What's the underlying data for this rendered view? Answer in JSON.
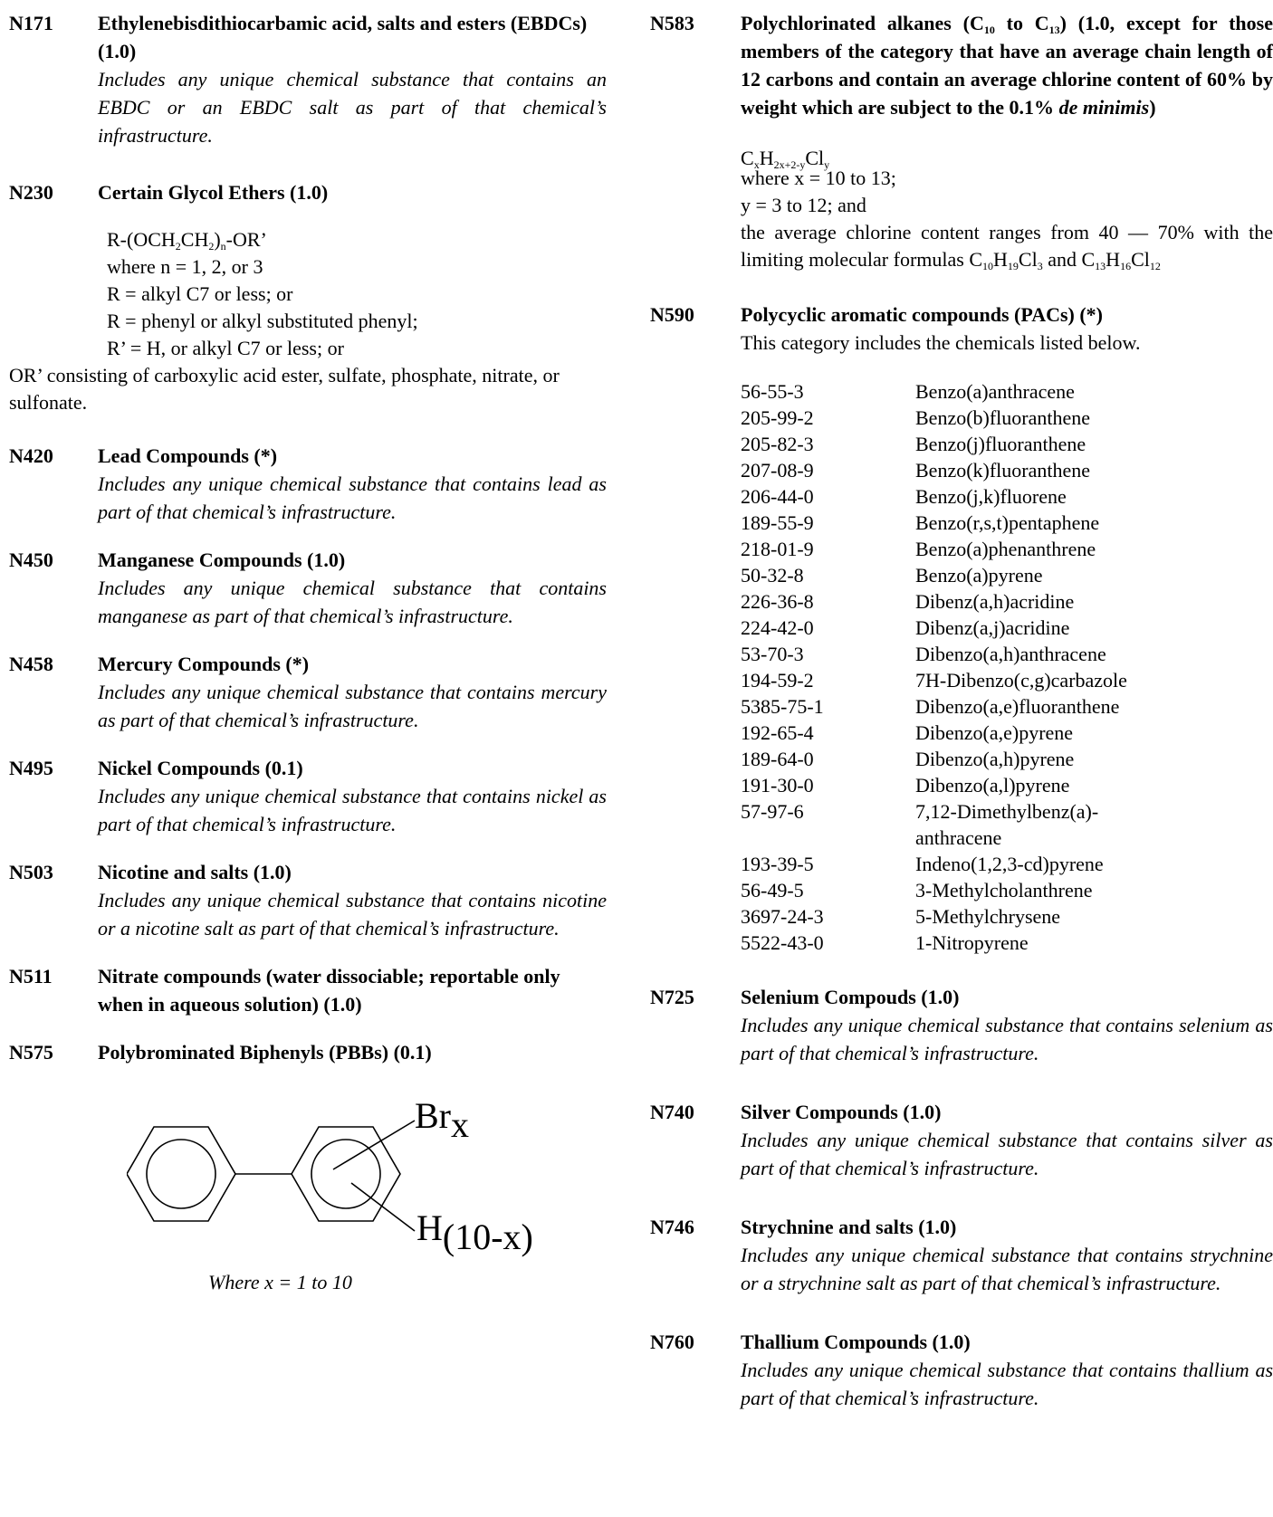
{
  "left": {
    "n171": {
      "code": "N171",
      "title": "Ethylenebisdithiocarbamic acid, salts and esters (EBDCs) (1.0)",
      "desc": "Includes any unique chemical substance that contains an EBDC or an EBDC salt as part of that chemical’s infrastructure."
    },
    "n230": {
      "code": "N230",
      "title": "Certain Glycol Ethers  (1.0)",
      "f_pre": "R-(OCH",
      "f_s1": "2",
      "f_mid": "CH",
      "f_s2": "2",
      "f_p": ")",
      "f_n": "n",
      "f_post": "-OR’",
      "l2": "where n = 1, 2, or 3",
      "l3": "R = alkyl C7 or less; or",
      "l4": "R = phenyl or alkyl substituted phenyl;",
      "l5": "R’ = H, or alkyl C7 or less; or",
      "tail": "OR’ consisting of carboxylic acid ester, sulfate, phosphate, nitrate, or sulfonate."
    },
    "n420": {
      "code": "N420",
      "title": "Lead Compounds (*)",
      "desc": "Includes any unique chemical substance that contains lead as part of that chemical’s infrastructure."
    },
    "n450": {
      "code": "N450",
      "title": "Manganese Compounds (1.0)",
      "desc": "Includes any unique chemical substance that contains manganese as part of that chemical’s infrastructure."
    },
    "n458": {
      "code": "N458",
      "title": "Mercury Compounds (*)",
      "desc": "Includes any unique chemical substance that contains mercury as part of that chemical’s infrastructure."
    },
    "n495": {
      "code": "N495",
      "title": "Nickel Compounds (0.1)",
      "desc": "Includes any unique chemical substance that contains nickel as part of that chemical’s infrastructure."
    },
    "n503": {
      "code": "N503",
      "title": "Nicotine and salts (1.0)",
      "desc": "Includes any unique chemical substance that contains nicotine or a nicotine salt as part of that chemical’s infrastructure."
    },
    "n511": {
      "code": "N511",
      "title": "Nitrate compounds (water dissociable; reportable only when in aqueous solution) (1.0)"
    },
    "n575": {
      "code": "N575",
      "title": "Polybrominated Biphenyls (PBBs) (0.1)",
      "br": "Br",
      "brsub": "x",
      "h": "H",
      "hsub": "(10-x)",
      "caption": "Where x = 1 to 10"
    }
  },
  "right": {
    "n583": {
      "code": "N583",
      "title_a": "Polychlorinated alkanes (C",
      "s10": "10",
      "title_b": " to C",
      "s13": "13",
      "title_c": ") (1.0, except for those members of the category that have an average chain length of 12 carbons and contain an average chlorine content of 60% by weight which are subject to the 0.1% ",
      "title_it": "de minimis",
      "title_d": ")",
      "c": "C",
      "cs": "x",
      "h": "H",
      "hs": "2x+2-y",
      "cl": "Cl",
      "cls": "y",
      "l2": "where x = 10 to 13;",
      "l3": "y = 3 to 12; and",
      "l4": "the average chlorine content ranges from 40 — 70% with the limiting molecular formulas ",
      "m1a": "C",
      "m1b": "10",
      "m1c": "H",
      "m1d": "19",
      "m1e": "Cl",
      "m1f": "3",
      "and": " and ",
      "m2a": "C",
      "m2b": "13",
      "m2c": "H",
      "m2d": "16",
      "m2e": "Cl",
      "m2f": "12"
    },
    "n590": {
      "code": "N590",
      "title": "Polycyclic aromatic compounds (PACs)   (*)",
      "plain": "This category includes the chemicals listed below.",
      "rows": [
        {
          "cas": "56-55-3",
          "name": "Benzo(a)anthracene"
        },
        {
          "cas": "205-99-2",
          "name": "Benzo(b)fluoranthene"
        },
        {
          "cas": "205-82-3",
          "name": "Benzo(j)fluoranthene"
        },
        {
          "cas": "207-08-9",
          "name": "Benzo(k)fluoranthene"
        },
        {
          "cas": "206-44-0",
          "name": "Benzo(j,k)fluorene"
        },
        {
          "cas": "189-55-9",
          "name": "Benzo(r,s,t)pentaphene"
        },
        {
          "cas": "218-01-9",
          "name": "Benzo(a)phenanthrene"
        },
        {
          "cas": "50-32-8",
          "name": "Benzo(a)pyrene"
        },
        {
          "cas": "226-36-8",
          "name": "Dibenz(a,h)acridine"
        },
        {
          "cas": "224-42-0",
          "name": "Dibenz(a,j)acridine"
        },
        {
          "cas": "53-70-3",
          "name": "Dibenzo(a,h)anthracene"
        },
        {
          "cas": "194-59-2",
          "name": "7H-Dibenzo(c,g)carbazole"
        },
        {
          "cas": "5385-75-1",
          "name": "Dibenzo(a,e)fluoranthene"
        },
        {
          "cas": "192-65-4",
          "name": "Dibenzo(a,e)pyrene"
        },
        {
          "cas": "189-64-0",
          "name": "Dibenzo(a,h)pyrene"
        },
        {
          "cas": "191-30-0",
          "name": "Dibenzo(a,l)pyrene"
        },
        {
          "cas": "57-97-6",
          "name": "7,12-Dimethylbenz(a)-"
        },
        {
          "cas": "",
          "name": "anthracene"
        },
        {
          "cas": "193-39-5",
          "name": "Indeno(1,2,3-cd)pyrene"
        },
        {
          "cas": "56-49-5",
          "name": "3-Methylcholanthrene"
        },
        {
          "cas": "3697-24-3",
          "name": "5-Methylchrysene"
        },
        {
          "cas": "5522-43-0",
          "name": "1-Nitropyrene"
        }
      ]
    },
    "n725": {
      "code": "N725",
      "title": "Selenium Compouds (1.0)",
      "desc": "Includes any unique chemical substance that contains selenium as part of that chemical’s infrastructure."
    },
    "n740": {
      "code": "N740",
      "title": "Silver Compounds (1.0)",
      "desc": "Includes any unique chemical substance that contains silver as part of that chemical’s infrastructure."
    },
    "n746": {
      "code": "N746",
      "title": "Strychnine and salts (1.0)",
      "desc": "Includes any unique chemical substance that contains strychnine or a strychnine salt as part of that chemical’s infrastructure."
    },
    "n760": {
      "code": "N760",
      "title": "Thallium Compounds (1.0)",
      "desc": "Includes any unique chemical substance that contains thallium as part of that chemical’s infrastructure."
    }
  }
}
